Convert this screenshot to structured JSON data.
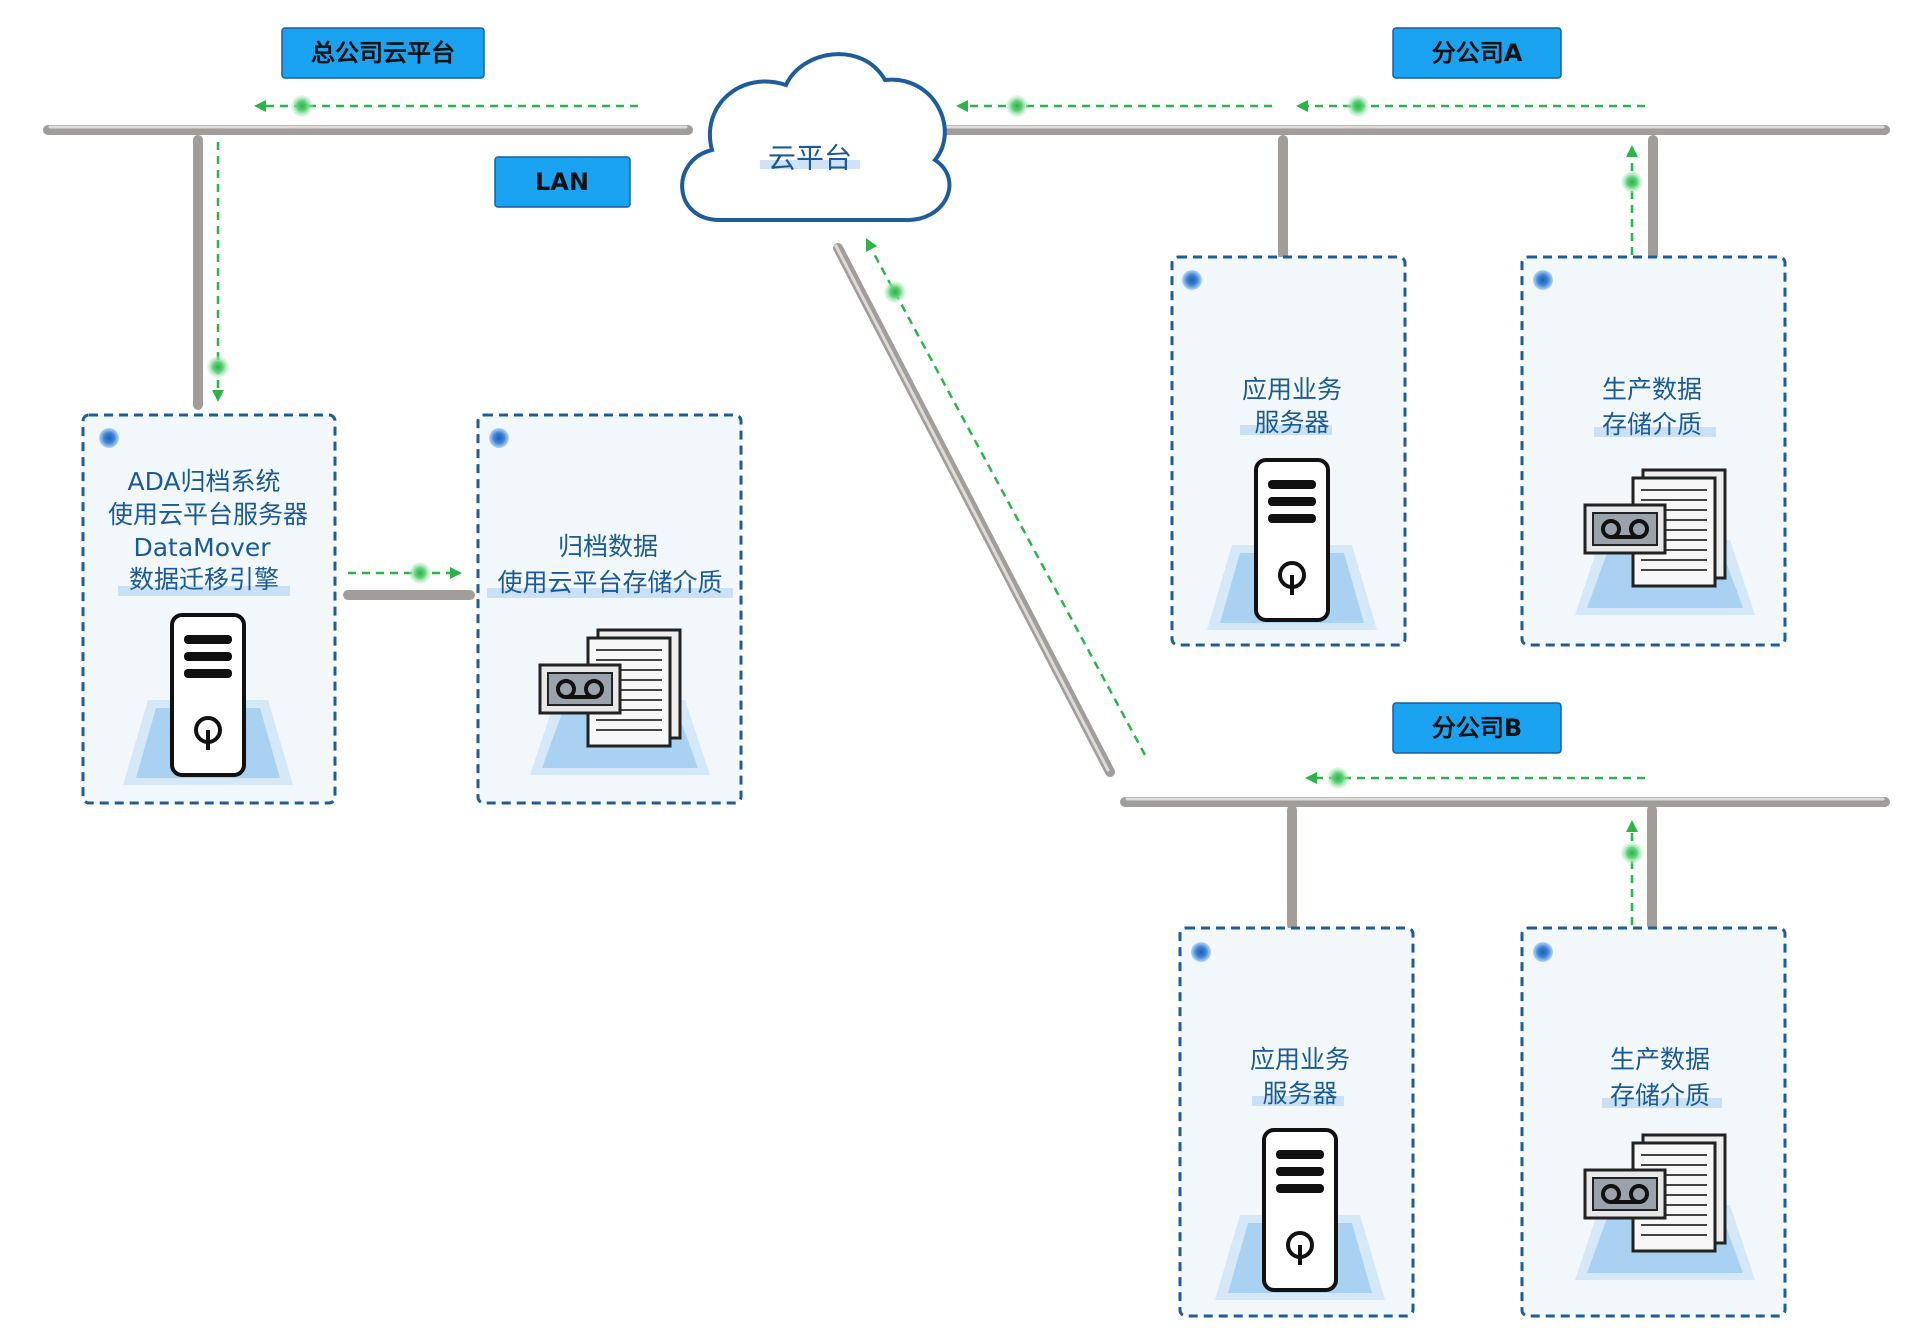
{
  "labels": {
    "hq": "总公司云平台",
    "branch_a": "分公司A",
    "branch_b": "分公司B",
    "lan": "LAN",
    "cloud": "云平台"
  },
  "nodes": {
    "ada_server": [
      "ADA归档系统",
      "使用云平台服务器",
      "DataMover",
      "数据迁移引擎"
    ],
    "archive_storage": [
      "归档数据",
      "使用云平台存储介质"
    ],
    "a_app_server": [
      "应用业务",
      "服务器"
    ],
    "a_prod_storage": [
      "生产数据",
      "存储介质"
    ],
    "b_app_server": [
      "应用业务",
      "服务器"
    ],
    "b_prod_storage": [
      "生产数据",
      "存储介质"
    ]
  },
  "colors": {
    "label_fill": "#1aa3f0",
    "node_border": "#1f5c9a",
    "node_text": "#1a5a96",
    "pipe": "#a29d98",
    "flow": "#2db34a"
  }
}
